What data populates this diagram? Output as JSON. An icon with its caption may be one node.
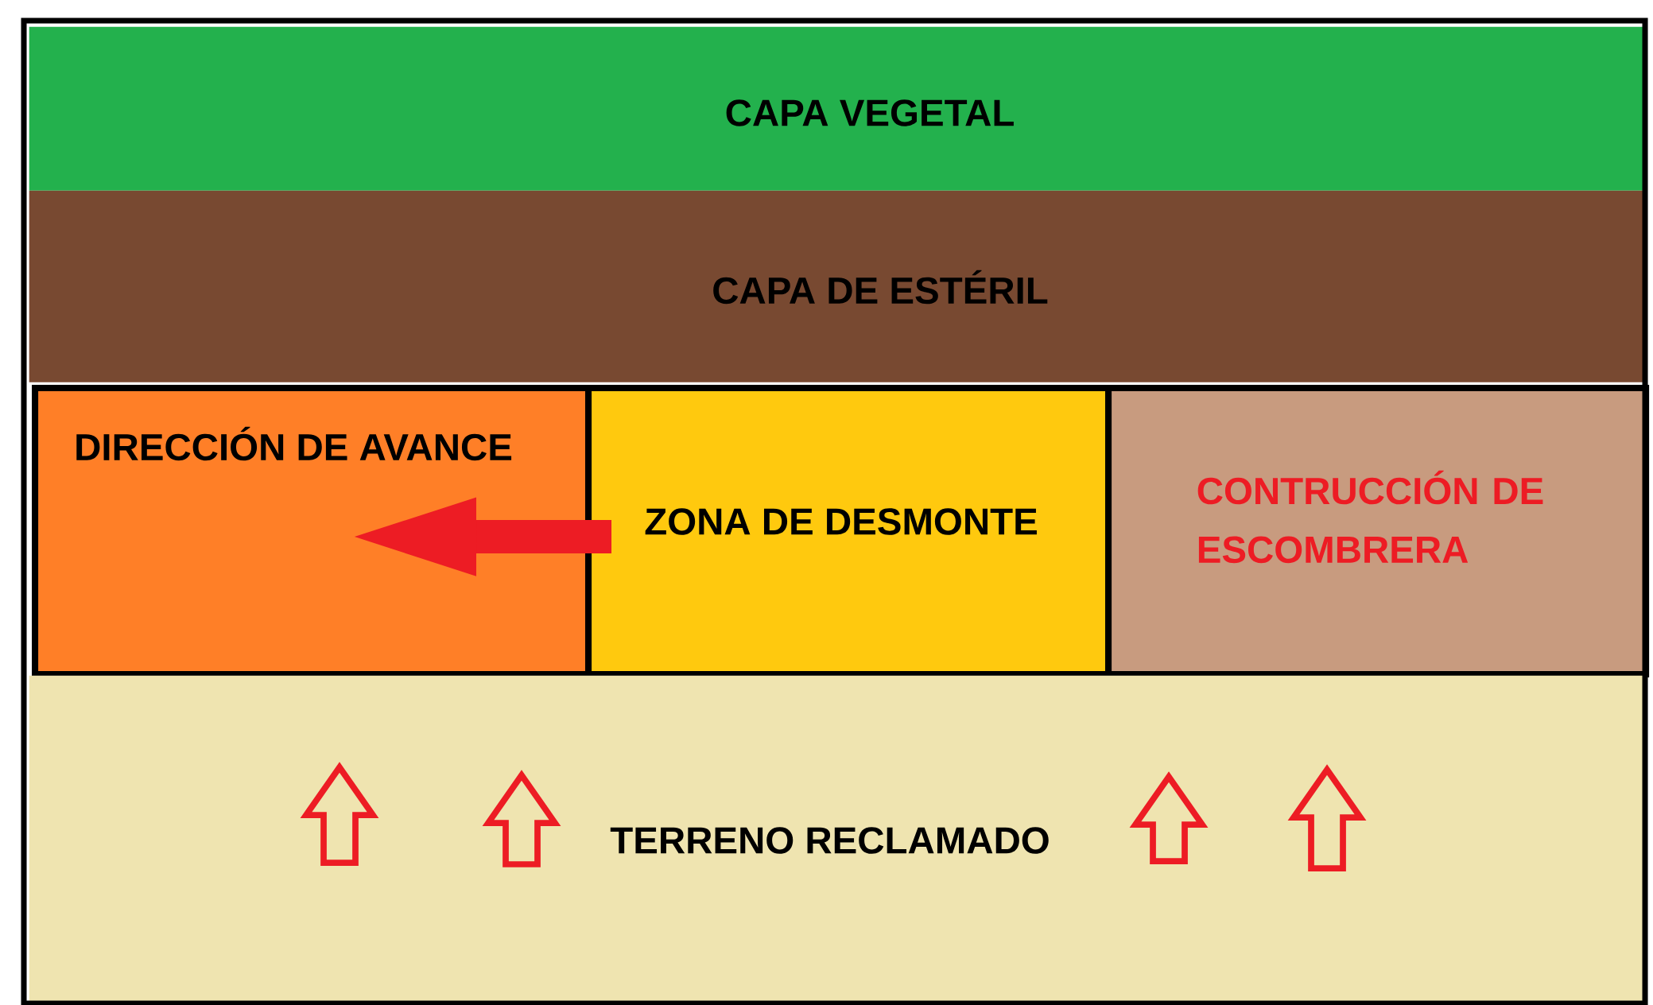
{
  "diagram": {
    "nodes": [
      {
        "text": [
          "CAPA VEGETAL"
        ]
      },
      {
        "text": [
          "CAPA DE ESTÉRIL"
        ]
      },
      {
        "text": [
          "DIRECCIÓN DE AVANCE"
        ]
      },
      {
        "text": [
          "ZONA DE DESMONTE"
        ]
      },
      {
        "text": [
          "CONTRUCCIÓN DE ESCOMBRERA"
        ]
      },
      {
        "text": [
          "TERRENO RECLAMADO"
        ]
      }
    ],
    "edges": [
      {
        "from": 3,
        "to": 2,
        "arrow": "to"
      }
    ]
  }
}
